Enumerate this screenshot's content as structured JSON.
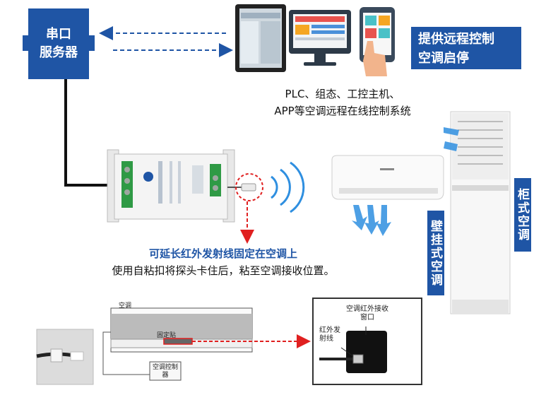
{
  "serial_server": {
    "line1": "串口",
    "line2": "服务器"
  },
  "remote_badge": {
    "line1": "提供远程控制",
    "line2": "空调启停"
  },
  "top_caption": {
    "line1": "PLC、组态、工控主机、",
    "line2": "APP等空调远程在线控制系统"
  },
  "mid_caption": {
    "line1": "可延长红外发射线固定在空调上",
    "line2": "使用自粘扣将探头卡住后，粘至空调接收位置。"
  },
  "labels": {
    "wall_ac": "壁挂式空调",
    "cabinet_ac": "柜式空调",
    "detail_ac": "空调",
    "fixed_sticker": "固定贴",
    "ac_controller": "空调控制器",
    "ir_window": "空调红外接收窗口",
    "ir_line": "红外发射线"
  },
  "colors": {
    "brand_blue": "#1f55a5",
    "accent_red": "#e02020",
    "signal_blue": "#2f8fe0"
  }
}
